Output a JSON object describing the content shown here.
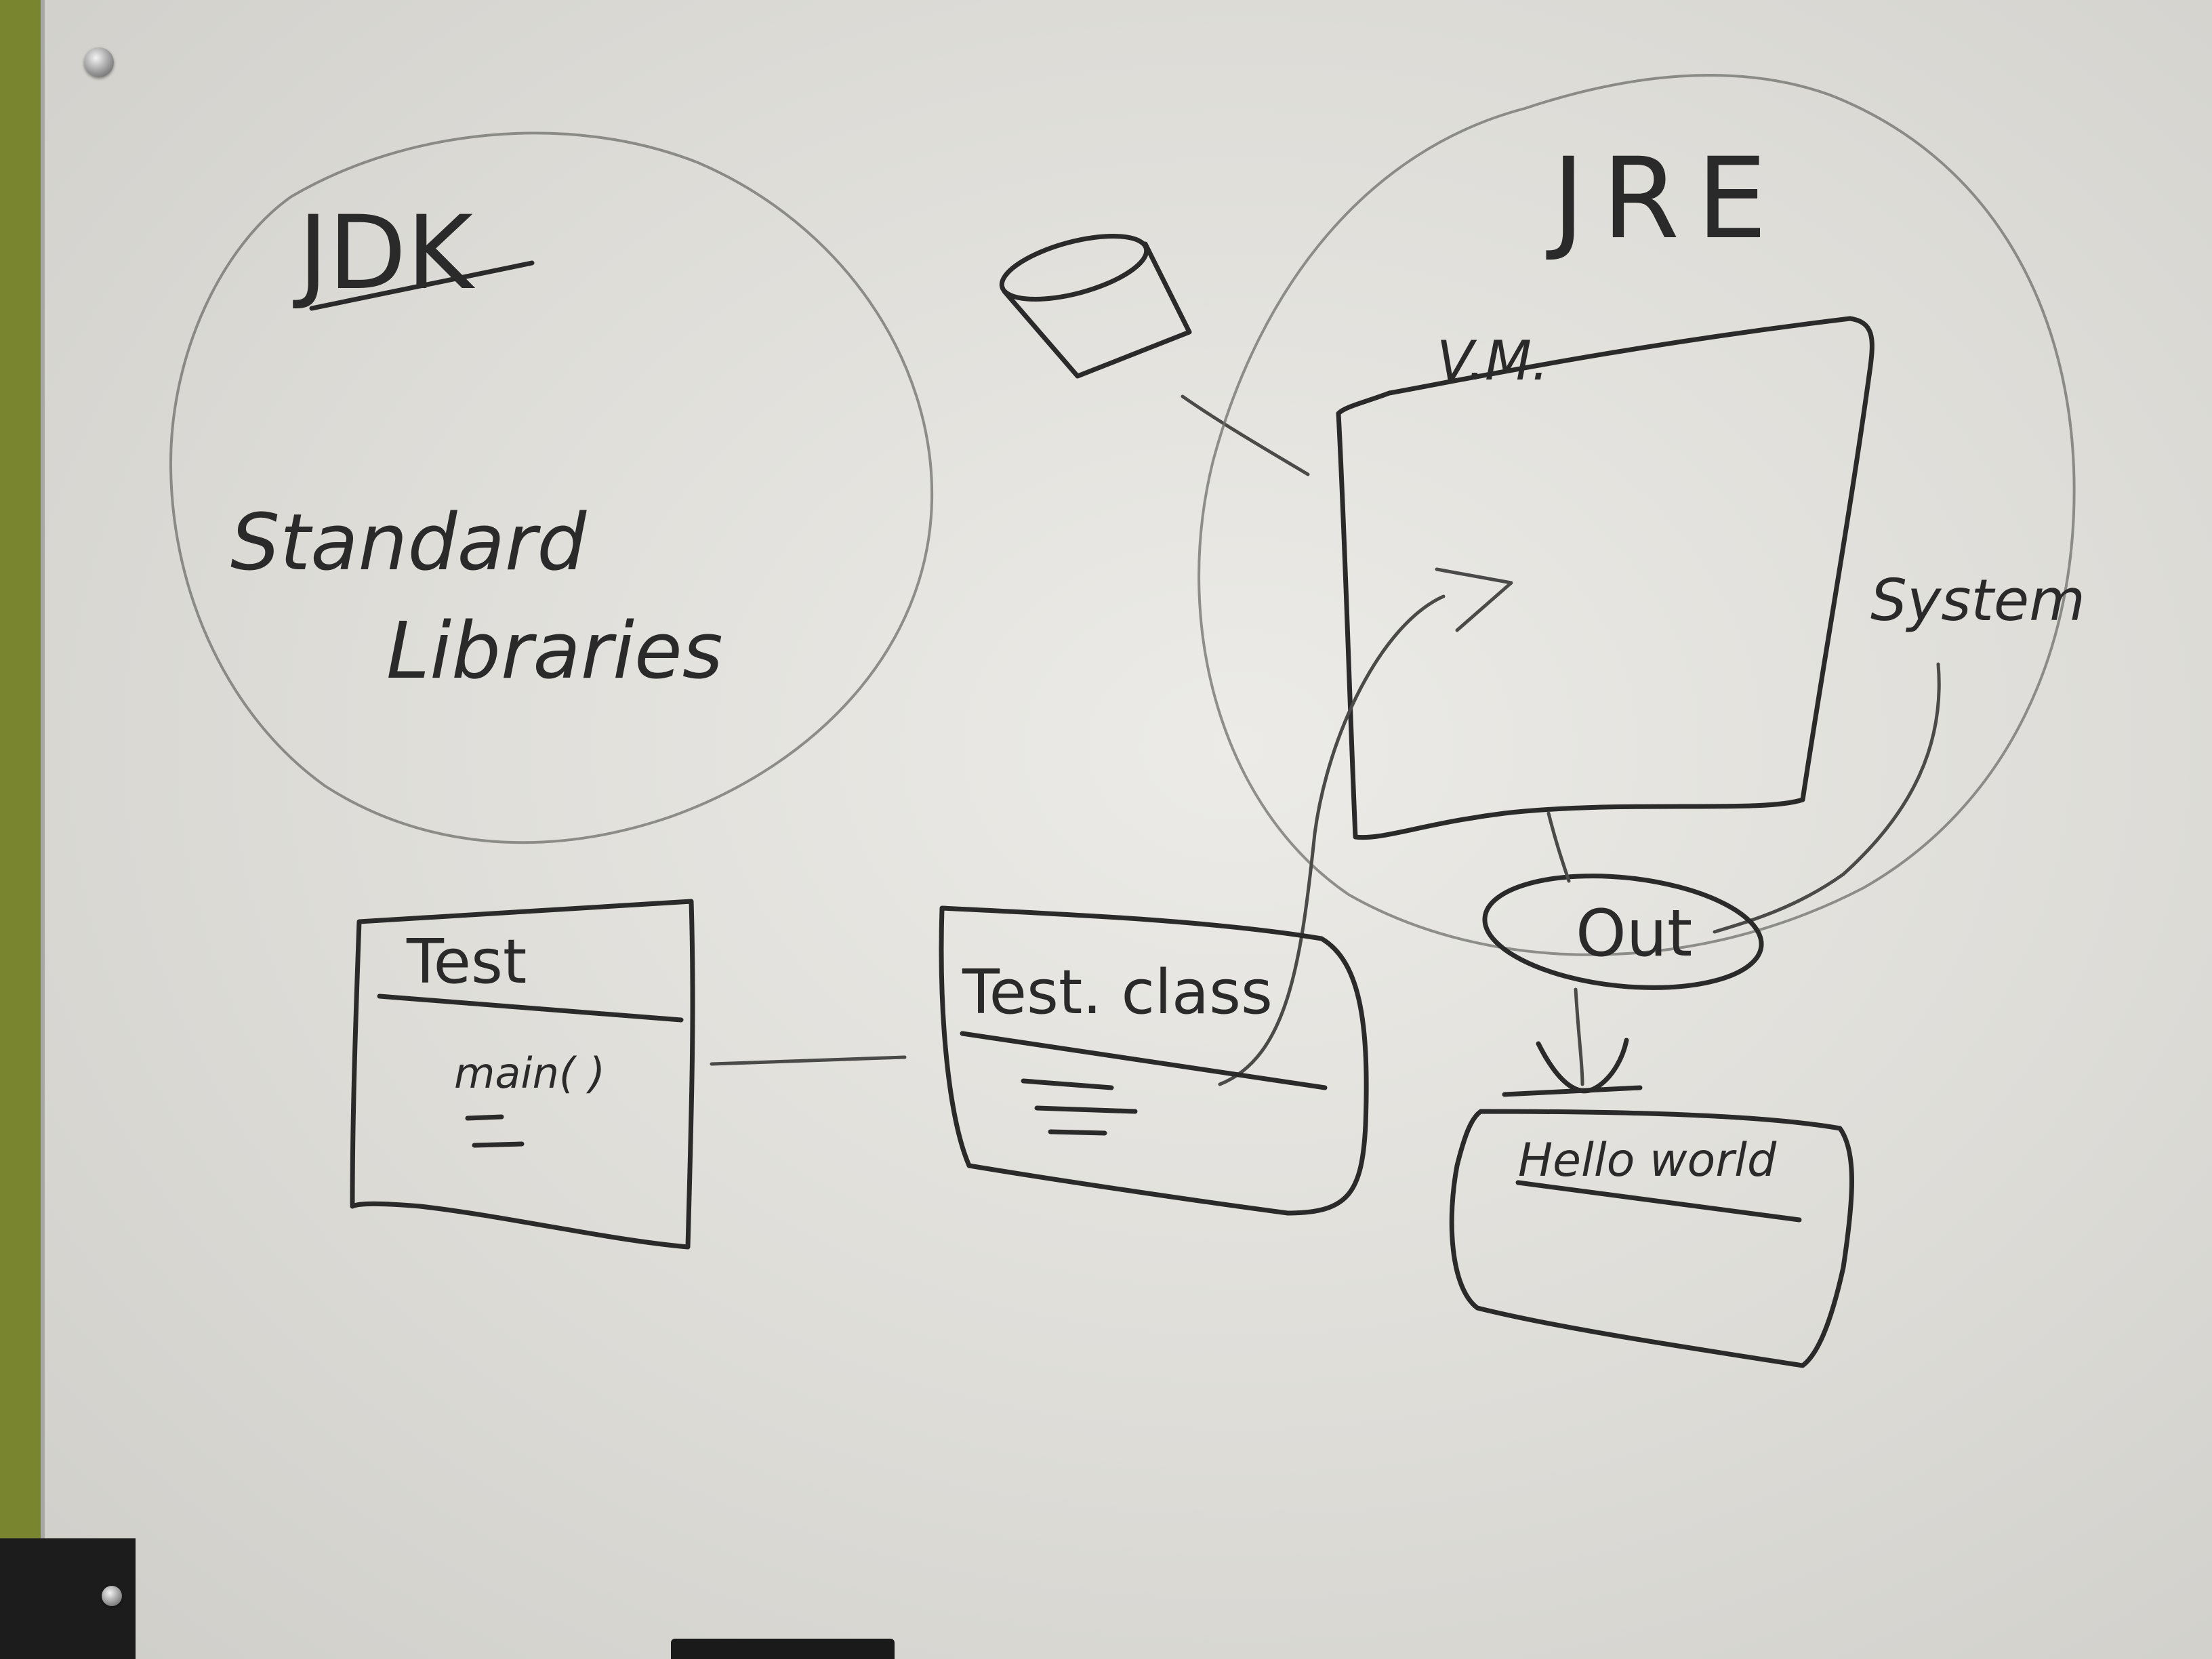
{
  "whiteboard": {
    "jdk_label": "JDK",
    "jdk_contents": [
      "Standard",
      "Libraries"
    ],
    "jre_label": "JRE",
    "vm_label": "V.M.",
    "system_label": "System",
    "out_label": "Out",
    "test_box": {
      "title": "Test",
      "method": "main( )"
    },
    "test_class_box": {
      "title": "Test. class"
    },
    "output_box": {
      "title": "Hello world"
    }
  },
  "colors": {
    "ink": "#2a2a2a",
    "board": "#e6e5e1",
    "wall": "#7a8530"
  }
}
